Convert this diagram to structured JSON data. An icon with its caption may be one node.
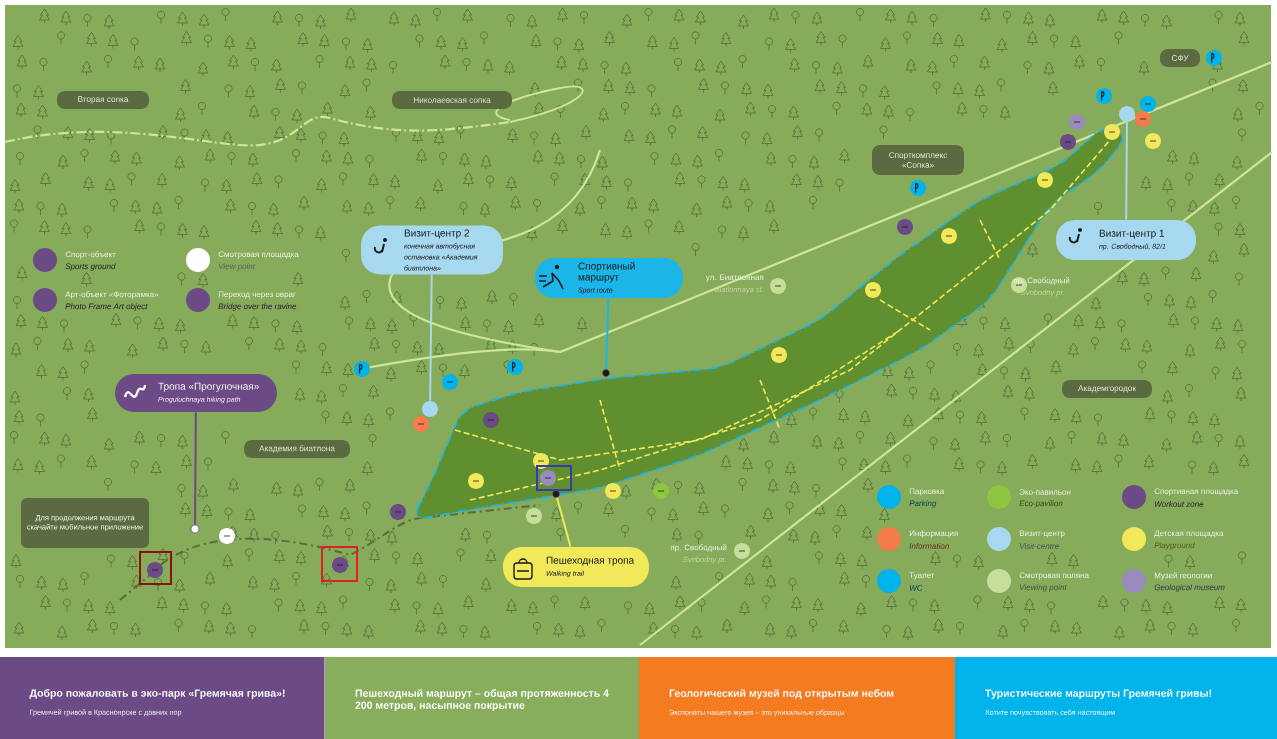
{
  "diagram": {
    "nodes": [
      {
        "text": [
          "Вторая сопка"
        ]
      },
      {
        "text": [
          "Николаевская сопка"
        ]
      },
      {
        "text": [
          "СФУ"
        ]
      },
      {
        "text": [
          "Спорткомплекс «Сопка»"
        ]
      },
      {
        "text": [
          "Визит-центр 2",
          "конечная автобусная остановка «Академия биатлона»"
        ]
      },
      {
        "text": [
          "Спортивный маршрут",
          "Sport route"
        ]
      },
      {
        "text": [
          "Визит-центр 1",
          "пр. Свободный, 82/1"
        ]
      },
      {
        "text": [
          "Академгородок"
        ]
      },
      {
        "text": [
          "Тропа «Прогулочная»",
          "Proguluchnaya hiking path"
        ]
      },
      {
        "text": [
          "Академия биатлона"
        ]
      },
      {
        "text": [
          "Для продолжения маршрута скачайте мобильное приложение"
        ]
      },
      {
        "text": [
          "Пешеходная тропа",
          "Walking trail"
        ]
      },
      {
        "text": [],
        "shape": "circle"
      },
      {
        "text": [],
        "shape": "circle"
      },
      {
        "text": [],
        "shape": "circle"
      },
      {
        "text": [],
        "shape": "circle"
      },
      {
        "text": [],
        "shape": "circle"
      },
      {
        "text": [
          "Добро пожаловать в эко-парк «Гремячая грива»!",
          "Гремячей гривой в Красноярске с давних пор"
        ]
      },
      {
        "text": [
          "Пешеходный маршрут – общая протяженность 4 200 метров, насыпное покрытие"
        ]
      },
      {
        "text": [
          "Геологический музей под открытым небом",
          "Экспонаты нашего музея – это уникальные образцы"
        ]
      },
      {
        "text": [
          "Туристические маршруты Гремячей гривы!",
          "Хотите почувствовать себя настоящим"
        ]
      }
    ],
    "edges": [
      {
        "from": 4,
        "to": 12,
        "arrow": "none",
        "color": "#a6d8ef"
      },
      {
        "from": 5,
        "to": 13,
        "arrow": "none",
        "color": "#1cb5e8"
      },
      {
        "from": 6,
        "to": 14,
        "arrow": "none",
        "color": "#a6d8ef"
      },
      {
        "from": 8,
        "to": 15,
        "arrow": "none",
        "color": "#6b4a86"
      },
      {
        "from": 11,
        "to": 16,
        "arrow": "none",
        "color": "#f1e85a"
      }
    ],
    "labels": [
      "ул. Биатлонная",
      "Biatlonnaya st.",
      "пр. Свободный",
      "Svobodny pr.",
      "пр. Свободный",
      "Svobodny pr.",
      "Sports ground",
      "View point",
      "Photo Frame Art object",
      "Bridge over the ravine",
      "Parking",
      "Eco-pavilion",
      "Workout zone",
      "Information",
      "Visit-centre",
      "Playground",
      "WC",
      "Viewing point",
      "Geological museum"
    ],
    "legend": [
      {
        "text": "Спорт-объект",
        "color": "#6b4a86"
      },
      {
        "text": "Смотровая площадка",
        "color": "#ffffff"
      },
      {
        "text": "Арт-объект «Фоторамка»",
        "color": "#6b4a86"
      },
      {
        "text": "Переход через овраг",
        "color": "#6b4a86"
      },
      {
        "text": "Парковка",
        "color": "#00b3ea"
      },
      {
        "text": "Эко-павильон",
        "color": "#8cc63f"
      },
      {
        "text": "Спортивная площадка",
        "color": "#6b4a86"
      },
      {
        "text": "Информация",
        "color": "#f47b4b"
      },
      {
        "text": "Визит-центр",
        "color": "#a6d8ef"
      },
      {
        "text": "Детская площадка",
        "color": "#f1e85a"
      },
      {
        "text": "Туалет",
        "color": "#00b3ea"
      },
      {
        "text": "Смотровая поляна",
        "color": "#c5df9a"
      },
      {
        "text": "Музей геологии",
        "color": "#9b8bbd"
      }
    ]
  }
}
